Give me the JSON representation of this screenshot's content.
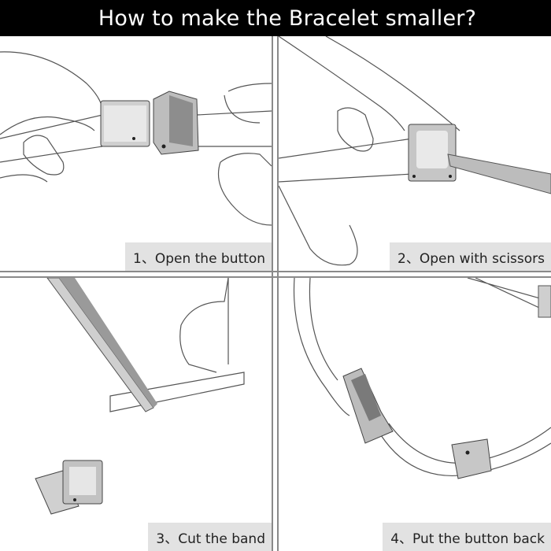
{
  "title": "How to make the Bracelet smaller?",
  "steps": [
    {
      "label": "1、Open the button"
    },
    {
      "label": "2、Open with scissors"
    },
    {
      "label": "3、Cut the band"
    },
    {
      "label": "4、Put the button back"
    }
  ]
}
